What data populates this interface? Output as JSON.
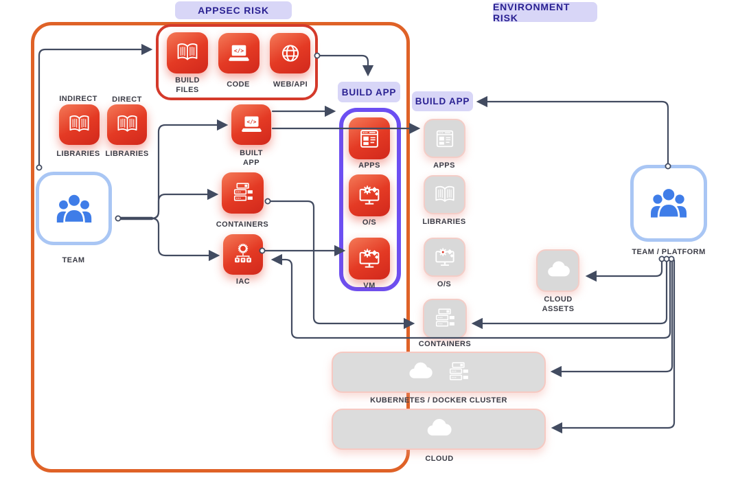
{
  "title_badges": {
    "appsec": "APPSEC RISK",
    "environment": "ENVIRONMENT RISK"
  },
  "badges": {
    "build_app_left": "BUILD APP",
    "build_app_right": "BUILD APP"
  },
  "nodes": {
    "build_files": {
      "label": "BUILD\nFILES"
    },
    "code": {
      "label": "CODE"
    },
    "web_api": {
      "label": "WEB/API"
    },
    "indirect_libraries": {
      "top": "INDIRECT",
      "label": "LIBRARIES"
    },
    "direct_libraries": {
      "top": "DIRECT",
      "label": "LIBRARIES"
    },
    "team": {
      "label": "TEAM"
    },
    "built_app": {
      "label": "BUILT\nAPP"
    },
    "containers": {
      "label": "CONTAINERS"
    },
    "iac": {
      "label": "IAC"
    },
    "apps": {
      "label": "APPS"
    },
    "os": {
      "label": "O/S"
    },
    "vm": {
      "label": "VM"
    },
    "apps_env": {
      "label": "APPS"
    },
    "libraries_env": {
      "label": "LIBRARIES"
    },
    "os_env": {
      "label": "O/S"
    },
    "containers_env": {
      "label": "CONTAINERS"
    },
    "cloud_assets": {
      "label": "CLOUD\nASSETS"
    },
    "team_platform": {
      "label": "TEAM / PLATFORM"
    },
    "kubernetes": {
      "label": "KUBERNETES / DOCKER CLUSTER"
    },
    "cloud": {
      "label": "CLOUD"
    }
  },
  "connections": [
    {
      "from": "team",
      "to": "source_box"
    },
    {
      "from": "web_api",
      "to": "build_app_badge"
    },
    {
      "from": "team",
      "to": "built_app"
    },
    {
      "from": "team",
      "to": "containers"
    },
    {
      "from": "team",
      "to": "iac"
    },
    {
      "from": "built_app",
      "to": "build_app_box"
    },
    {
      "from": "built_app",
      "to": "apps_env"
    },
    {
      "from": "iac",
      "to": "vm"
    },
    {
      "from": "containers",
      "to": "containers_env"
    },
    {
      "from": "team_platform",
      "to": "build_app_badge_env"
    },
    {
      "from": "team_platform",
      "to": "cloud_assets"
    },
    {
      "from": "team_platform",
      "to": "containers_env"
    },
    {
      "from": "team_platform",
      "to": "iac"
    },
    {
      "from": "team_platform",
      "to": "kubernetes"
    },
    {
      "from": "team_platform",
      "to": "cloud"
    }
  ],
  "colors": {
    "appsec_border": "#DF6227",
    "source_box_border": "#D43A2B",
    "build_app_border": "#6C4FF2",
    "badge_bg": "#D8D6F7",
    "badge_text": "#2A2192",
    "icon_red_top": "#F47A58",
    "icon_red_bottom": "#D1281C",
    "icon_gray": "#D9D9D9",
    "gray_glow": "#F6C9C2",
    "team_border": "#A9C6F4",
    "people_blue": "#3F7DE8",
    "line": "#424B60",
    "bar_gray": "#DCDCDC"
  }
}
